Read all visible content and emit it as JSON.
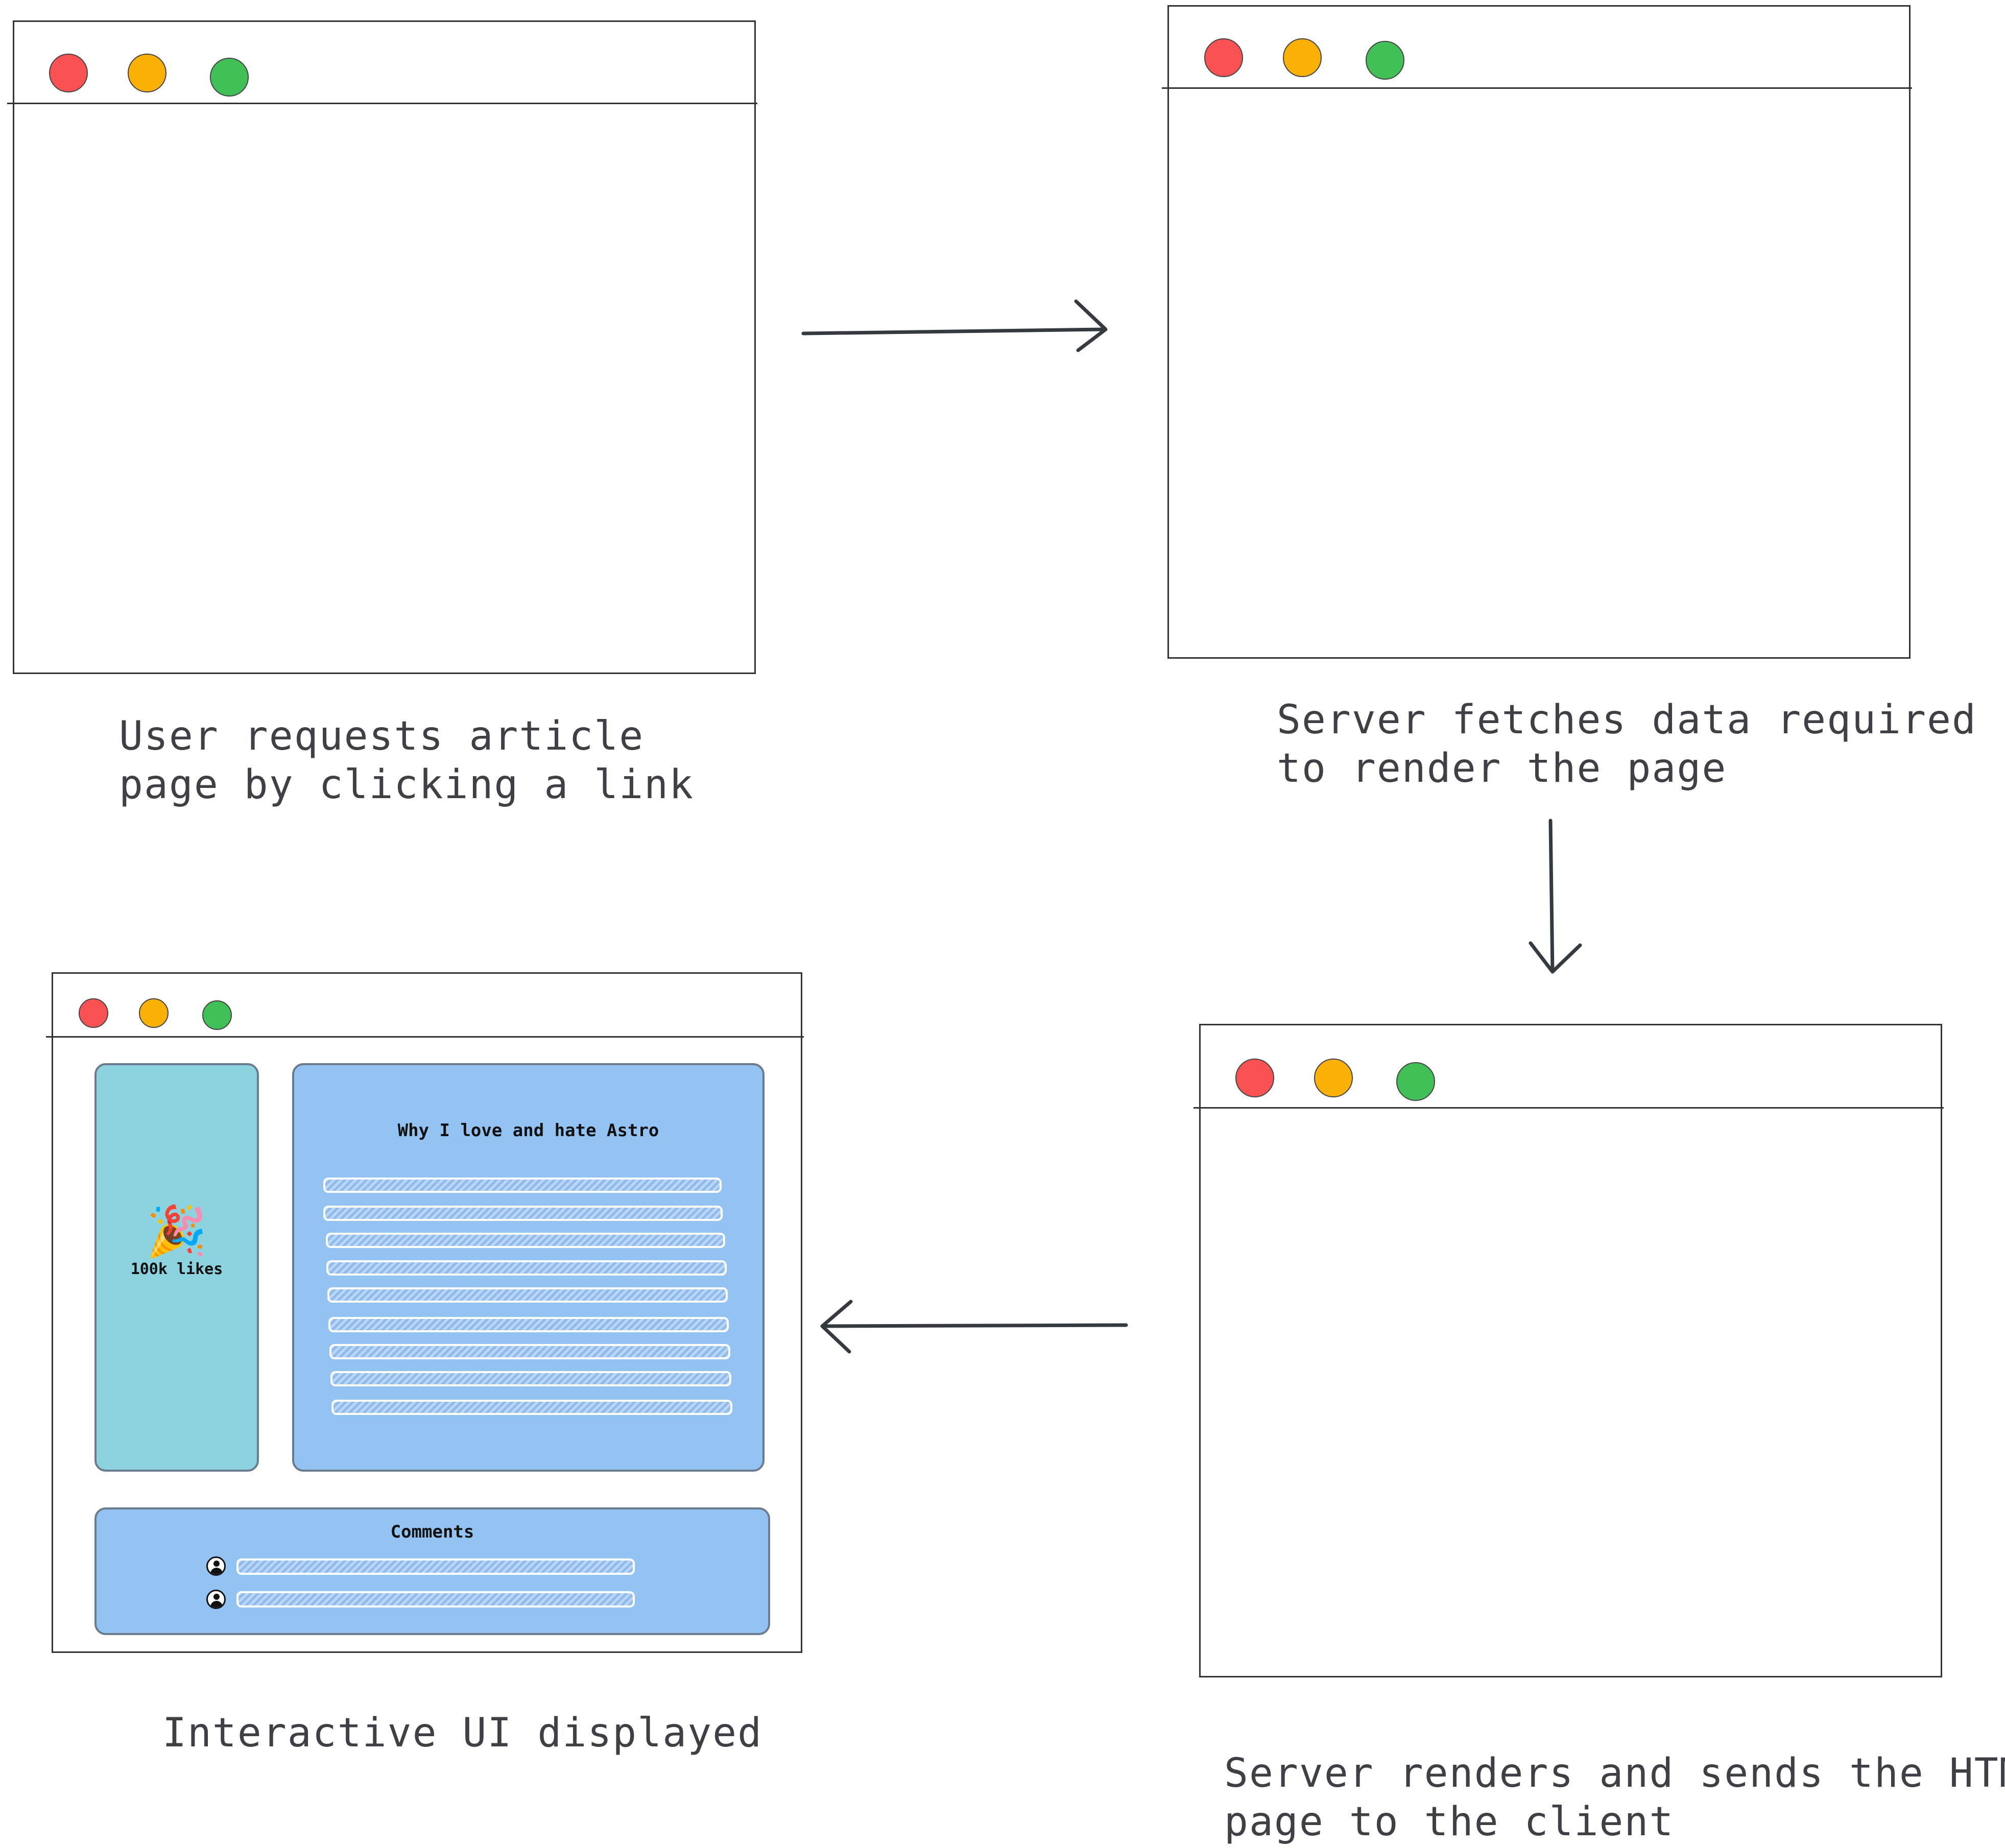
{
  "diagram": {
    "steps": [
      {
        "caption": "User requests article\npage by clicking a link"
      },
      {
        "caption": "Server fetches data required\nto render the page"
      },
      {
        "caption": "Server renders and sends the HTML\npage to the client"
      },
      {
        "caption": "Interactive UI displayed"
      }
    ],
    "window_controls": {
      "close_color": "#fa5252",
      "minimize_color": "#fab005",
      "maximize_color": "#40c057"
    }
  },
  "article_page": {
    "likes_emoji": "🎉",
    "likes_label": "100k likes",
    "article_title": "Why I love and hate Astro",
    "comments_title": "Comments",
    "sidebar_color": "#8dd3df",
    "main_color": "#93c3f2"
  }
}
